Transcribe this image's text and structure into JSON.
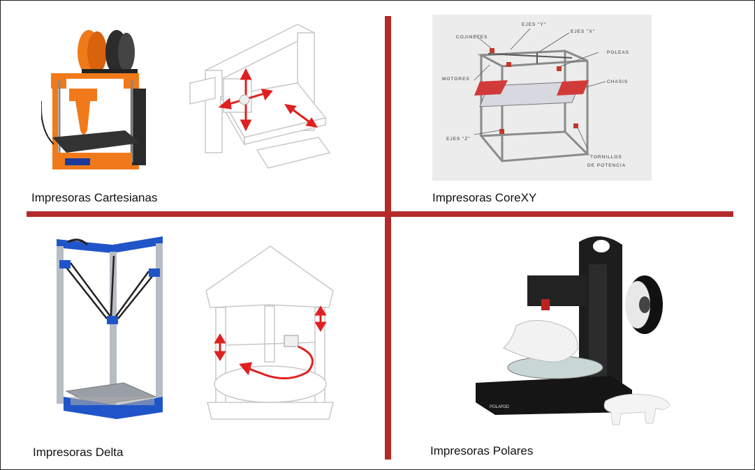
{
  "quadrants": {
    "cartesian": {
      "label": "Impresoras Cartesianas"
    },
    "corexy": {
      "label": "Impresoras CoreXY",
      "diagram_labels": {
        "cojinetes": "COJINETES",
        "ejes_y": "EJES \"Y\"",
        "ejes_x": "EJES \"X\"",
        "poleas": "POLEAS",
        "motores": "MOTORES",
        "chasis": "CHASIS",
        "ejes_z": "EJES \"Z\"",
        "tornillos": "TORNILLOS",
        "de_potencia": "DE POTENCIA"
      }
    },
    "delta": {
      "label": "Impresoras Delta"
    },
    "polar": {
      "label": "Impresoras Polares",
      "brand": "POLAR3D"
    }
  },
  "colors": {
    "divider": "#b42a2a",
    "arrow": "#e02020",
    "orange": "#f07a1a",
    "blue": "#1f55c8"
  }
}
